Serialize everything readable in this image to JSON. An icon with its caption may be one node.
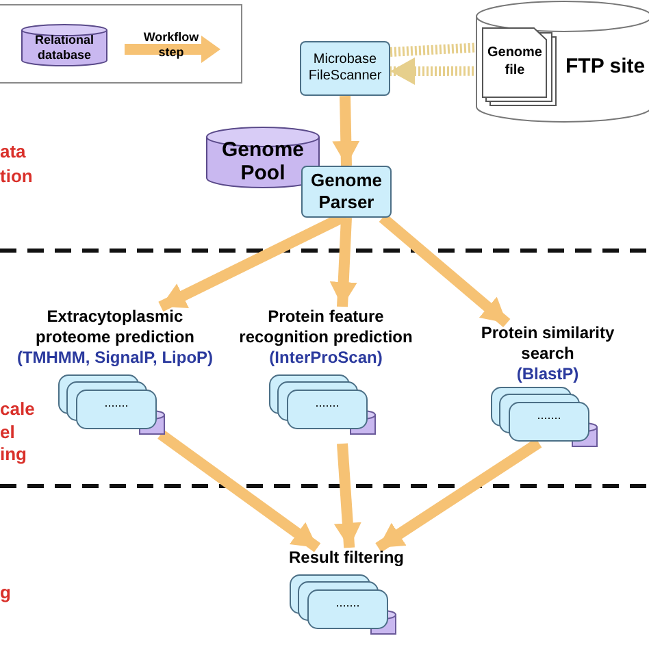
{
  "diagram": {
    "nodes": [
      {
        "text": [
          "Microbase FileScanner"
        ]
      },
      {
        "text": [
          "FTP site"
        ]
      },
      {
        "text": [
          "Genome file"
        ],
        "in": 1
      },
      {
        "text": [
          "Genome Pool"
        ]
      },
      {
        "text": [
          "Genome Parser"
        ]
      },
      {
        "text": [
          "Extracytoplasmic proteome prediction",
          "(TMHMM, SignalP, LipoP)",
          "......."
        ]
      },
      {
        "text": [
          "Protein feature recognition prediction",
          "(InterProScan)",
          "......."
        ]
      },
      {
        "text": [
          "Protein similarity search",
          "(BlastP)",
          "......."
        ]
      },
      {
        "text": [
          "Result filtering",
          "......."
        ]
      }
    ],
    "edges": [
      {
        "from": 0,
        "to": 2,
        "arrow": "none",
        "style": "dashed"
      },
      {
        "from": 2,
        "to": 0,
        "arrow": "to",
        "style": "dashed"
      },
      {
        "from": 0,
        "to": 4,
        "arrow": "to"
      },
      {
        "from": 4,
        "to": 5,
        "arrow": "to"
      },
      {
        "from": 4,
        "to": 6,
        "arrow": "to"
      },
      {
        "from": 4,
        "to": 7,
        "arrow": "to"
      },
      {
        "from": 5,
        "to": 8,
        "arrow": "to"
      },
      {
        "from": 6,
        "to": 8,
        "arrow": "to"
      },
      {
        "from": 7,
        "to": 8,
        "arrow": "to"
      }
    ],
    "labels": [
      "ata",
      "tion",
      "cale",
      "el",
      "ing",
      "g"
    ],
    "legend": [
      {
        "text": "Relational database"
      },
      {
        "text": "Workflow step"
      }
    ]
  }
}
